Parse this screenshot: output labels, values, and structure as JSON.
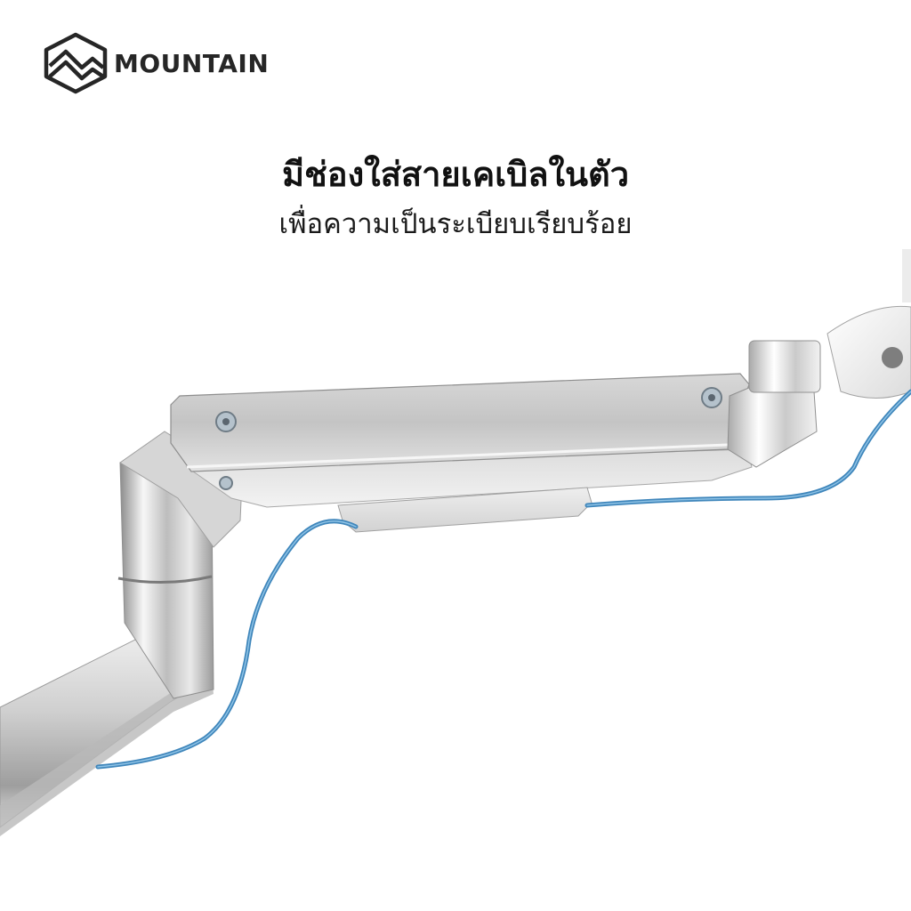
{
  "brand": {
    "name": "MOUNTAIN"
  },
  "feature": {
    "headline": "มีช่องใส่สายเคเบิลในตัว",
    "subline": "เพื่อความเป็นระเบียบเรียบร้อย"
  },
  "colors": {
    "background": "#ffffff",
    "text": "#111111",
    "cable": "#3f86bb",
    "metal": "#c9c9c9"
  },
  "icons": {
    "brand_logo": "mountain-hexagon-logo"
  }
}
